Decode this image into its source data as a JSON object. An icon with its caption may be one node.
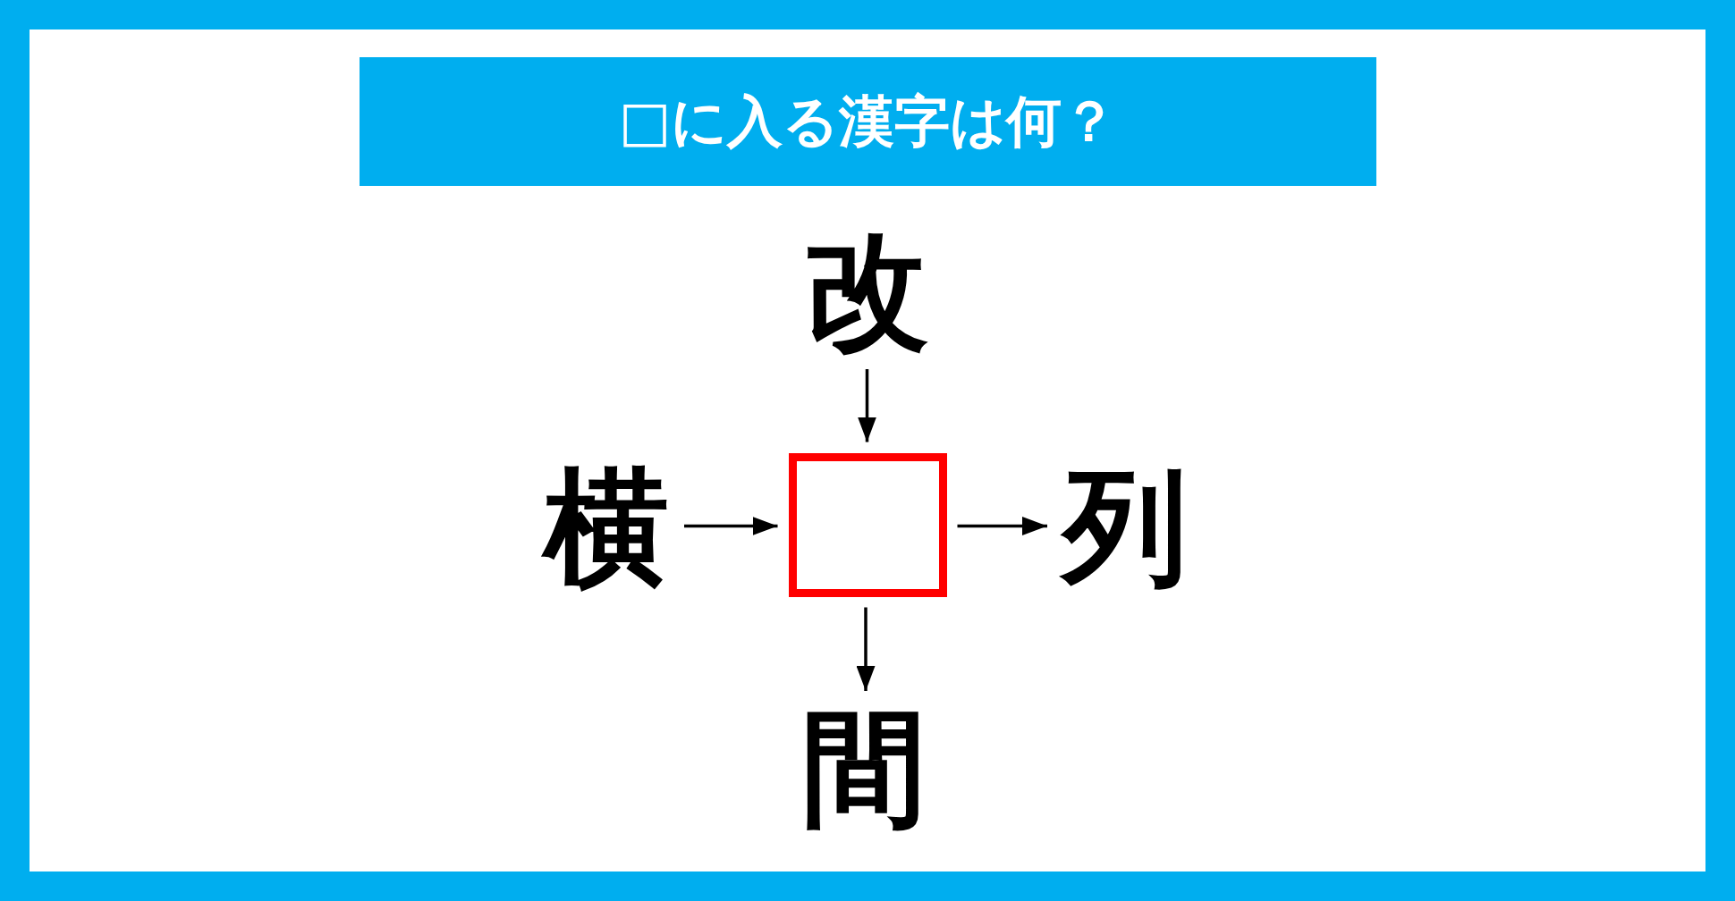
{
  "diagram": {
    "title": "□に入る漢字は何？",
    "nodes": [
      {
        "text": [
          "改"
        ]
      },
      {
        "text": [
          "横"
        ]
      },
      {
        "text": [],
        "shape": "box"
      },
      {
        "text": [
          "列"
        ]
      },
      {
        "text": [
          "間"
        ]
      }
    ],
    "edges": [
      {
        "from": 0,
        "to": 2,
        "arrow": "to"
      },
      {
        "from": 1,
        "to": 2,
        "arrow": "to"
      },
      {
        "from": 2,
        "to": 3,
        "arrow": "to"
      },
      {
        "from": 2,
        "to": 4,
        "arrow": "to"
      }
    ]
  }
}
